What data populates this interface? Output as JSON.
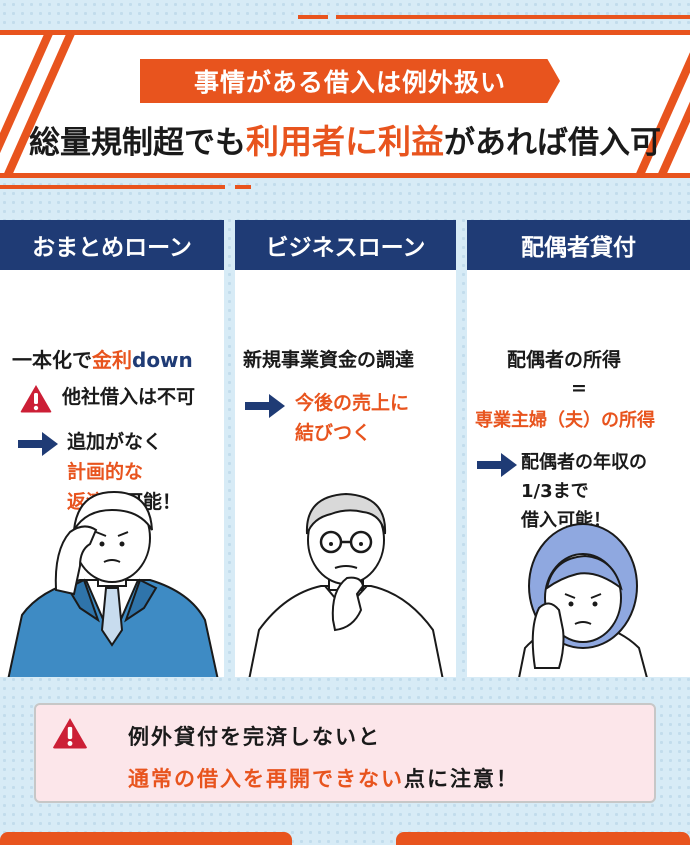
{
  "header": {
    "tag": "事情がある借入は例外扱い",
    "title_pre": "総量規制超でも",
    "title_em": "利用者に利益",
    "title_post": "があれば借入可"
  },
  "columns": [
    {
      "title": "おまとめローン",
      "lead_pre": "一本化で",
      "lead_em": "金利",
      "lead_post": "down",
      "warning": "他社借入は不可",
      "point_l1": "追加がなく",
      "point_l2_em": "計画的な",
      "point_l3_em": "返済",
      "point_l3_post": "が可能！"
    },
    {
      "title": "ビジネスローン",
      "lead": "新規事業資金の調達",
      "point_l1": "今後の売上に",
      "point_l2": "結びつく"
    },
    {
      "title": "配偶者貸付",
      "lead": "配偶者の所得",
      "equals": "=",
      "lead_em": "専業主婦（夫）の所得",
      "point_l1": "配偶者の年収の",
      "point_l2": "1/3まで",
      "point_l3": "借入可能！"
    }
  ],
  "notice": {
    "line1": "例外貸付を完済しないと",
    "line2_em": "通常の借入を再開できない",
    "line2_post": "点に注意！"
  },
  "colors": {
    "accent_orange": "#e8541e",
    "navy": "#1f3b75",
    "warning_red": "#cc1f36",
    "background": "#d7ebf6"
  },
  "icons": [
    "warning-icon",
    "arrow-right-icon"
  ]
}
